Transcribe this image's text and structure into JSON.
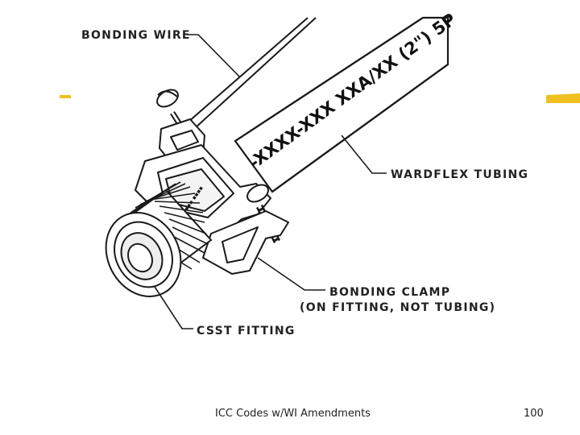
{
  "diagram": {
    "labels": {
      "bonding_wire": "BONDING WIRE",
      "wardflex_tubing": "WARDFLEX TUBING",
      "bonding_clamp": "BONDING CLAMP",
      "bonding_clamp_note": "(ON FITTING, NOT TUBING)",
      "csst_fitting": "CSST FITTING"
    },
    "tubing_print": "-XXXX-XXX XXA/XX (2\") 5P"
  },
  "footer": {
    "title": "ICC Codes w/WI Amendments",
    "page_number": "100"
  },
  "colors": {
    "accent_yellow": "#f0c020",
    "line": "#1a1a1a"
  }
}
